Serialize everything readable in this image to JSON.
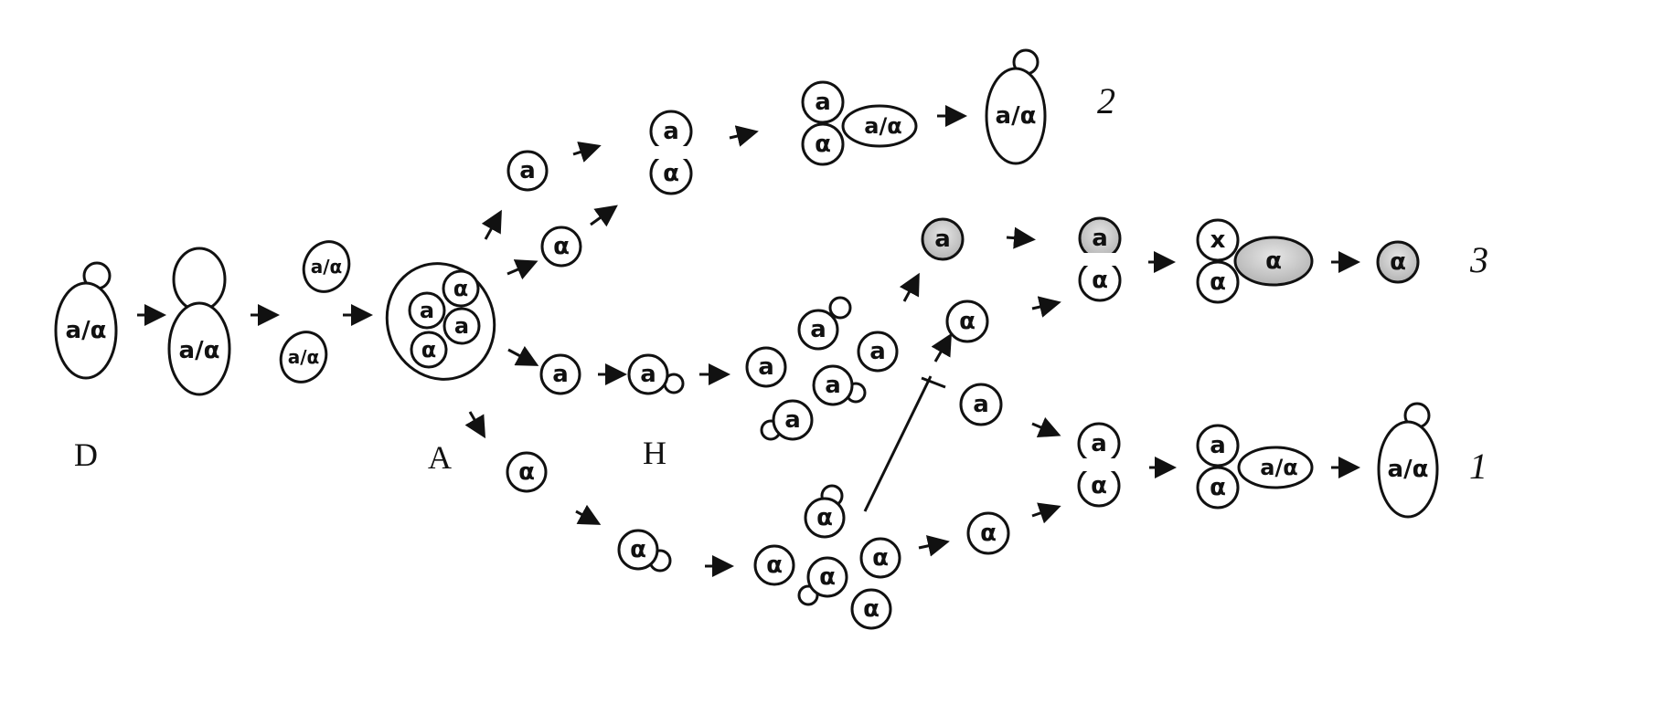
{
  "cells": {
    "diploid": "a/α",
    "a": "a",
    "alpha": "α",
    "x": "x"
  },
  "stages": {
    "d": "D",
    "a": "A",
    "h": "H"
  },
  "routes": {
    "r1": "1",
    "r2": "2",
    "r3": "3"
  },
  "colors": {
    "ink": "#111111",
    "gray_fill": "#c8c8c8"
  }
}
